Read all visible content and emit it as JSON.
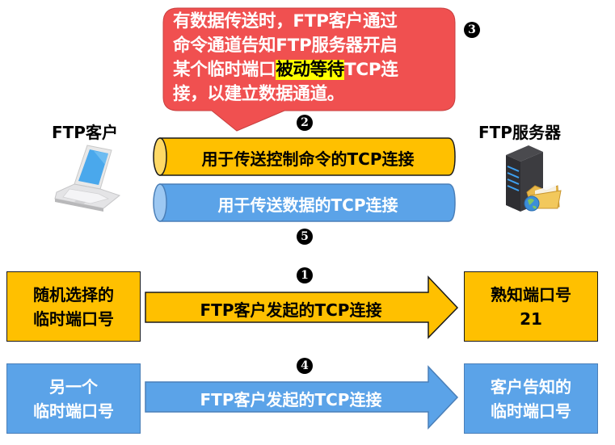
{
  "callout": {
    "line1": "有数据传送时，FTP客户通过",
    "line2": "命令通道告知FTP服务器开启",
    "line3_pre": "某个临时端口",
    "line3_highlight": "被动等待",
    "line3_post": "TCP连",
    "line4": "接，以建立数据通道。",
    "color": "#f05050",
    "highlight_color": "#ffff00"
  },
  "badges": {
    "step1": "1",
    "step2": "2",
    "step3": "3",
    "step4": "4",
    "step5": "5"
  },
  "hosts": {
    "client_label": "FTP客户",
    "client_icon": "laptop-icon",
    "server_label": "FTP服务器",
    "server_icon": "server-icon"
  },
  "pipes": [
    {
      "label": "用于传送控制命令的TCP连接",
      "color": "#ffc000",
      "text_color": "#000000"
    },
    {
      "label": "用于传送数据的TCP连接",
      "color": "#5ba3e8",
      "text_color": "#ffffff"
    }
  ],
  "connections": [
    {
      "left_box": [
        "随机选择的",
        "临时端口号"
      ],
      "arrow_label": "FTP客户发起的TCP连接",
      "right_box": [
        "熟知端口号",
        "21"
      ],
      "color": "#ffc000"
    },
    {
      "left_box": [
        "另一个",
        "临时端口号"
      ],
      "arrow_label": "FTP客户发起的TCP连接",
      "right_box": [
        "客户告知的",
        "临时端口号"
      ],
      "color": "#5ba3e8"
    }
  ]
}
